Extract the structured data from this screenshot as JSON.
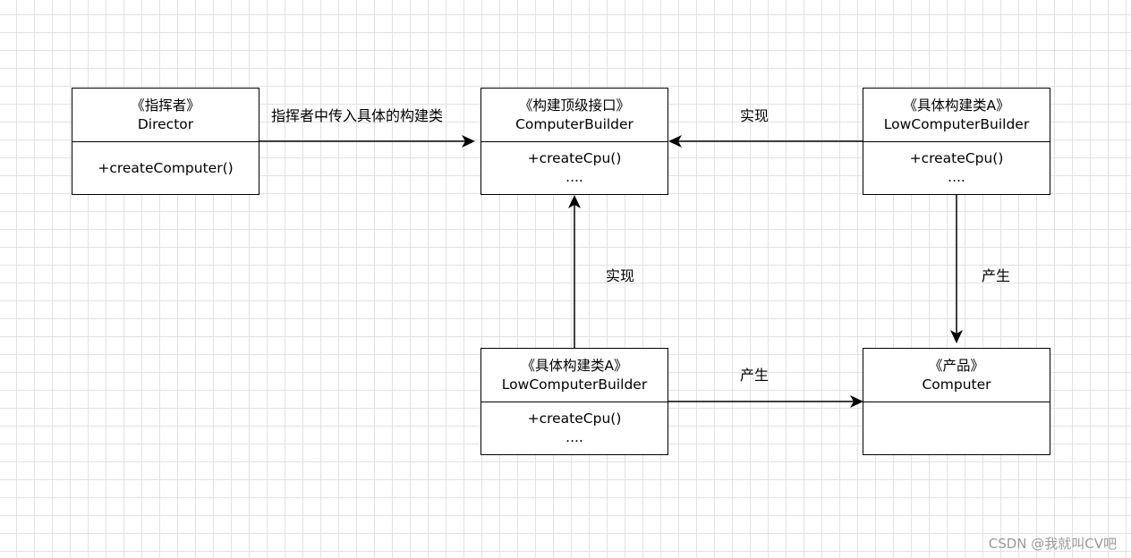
{
  "nodes": {
    "director": {
      "stereotype": "《指挥者》",
      "name": "Director",
      "members": [
        "+createComputer()"
      ]
    },
    "builder_interface": {
      "stereotype": "《构建顶级接口》",
      "name": "ComputerBuilder",
      "members": [
        "+createCpu()",
        "...."
      ]
    },
    "concrete_builder_top": {
      "stereotype": "《具体构建类A》",
      "name": "LowComputerBuilder",
      "members": [
        "+createCpu()",
        "...."
      ]
    },
    "concrete_builder_bottom": {
      "stereotype": "《具体构建类A》",
      "name": "LowComputerBuilder",
      "members": [
        "+createCpu()",
        "...."
      ]
    },
    "product": {
      "stereotype": "《产品》",
      "name": "Computer",
      "members": []
    }
  },
  "edges": {
    "director_to_interface": "指挥者中传入具体的构建类",
    "top_implements": "实现",
    "bottom_implements": "实现",
    "top_produces": "产生",
    "bottom_produces": "产生"
  },
  "watermark": "CSDN @我就叫CV吧"
}
